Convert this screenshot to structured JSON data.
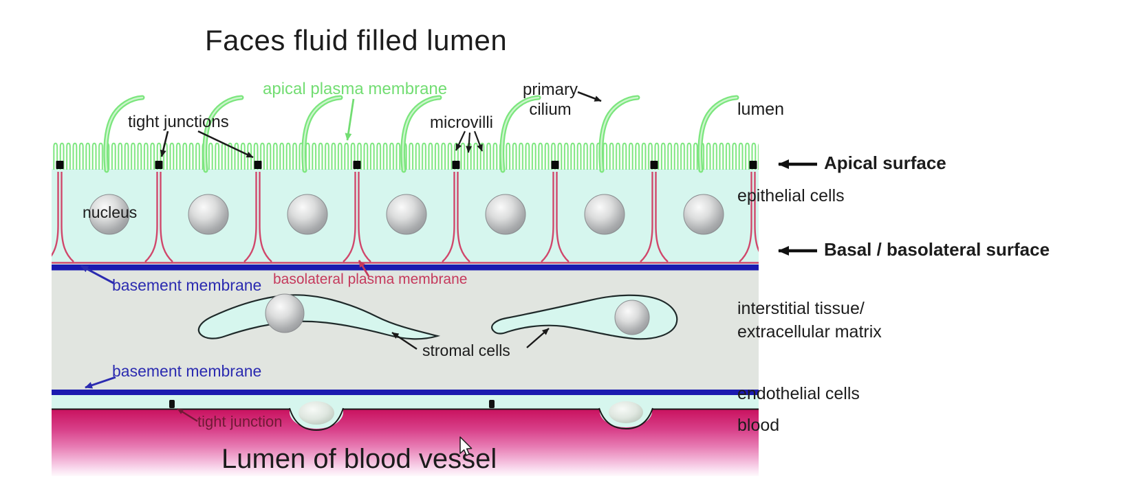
{
  "title": "Faces fluid filled lumen",
  "diagram_labels": {
    "apical_plasma_membrane": "apical plasma membrane",
    "tight_junctions": "tight junctions",
    "microvilli": "microvilli",
    "primary_cilium_l1": "primary",
    "primary_cilium_l2": "cilium",
    "nucleus": "nucleus",
    "basement_membrane_upper": "basement membrane",
    "basolateral_plasma_membrane": "basolateral plasma membrane",
    "stromal_cells": "stromal cells",
    "basement_membrane_lower": "basement membrane",
    "tight_junction": "tight junction",
    "lumen_of_blood_vessel": "Lumen of blood vessel"
  },
  "side_labels": {
    "lumen": "lumen",
    "apical_surface": "Apical surface",
    "epithelial_cells": "epithelial cells",
    "basal_surface": "Basal / basolateral surface",
    "interstitial_tissue_line1": "interstitial tissue/",
    "interstitial_tissue_line2": "extracellular matrix",
    "endothelial_cells": "endothelial cells",
    "blood": "blood"
  },
  "colors": {
    "membrane_green": "#7ce67e",
    "cell_cyan": "#d6f6ee",
    "basement_blue": "#1b1bb0",
    "lateral_red": "#d0476b",
    "interstitial_gray": "#e1e5e0",
    "blood_top": "#c9125f",
    "label_green": "#72dd72",
    "label_blue": "#2b2bb0",
    "label_red": "#c5395c",
    "label_maroon": "#701a35"
  }
}
